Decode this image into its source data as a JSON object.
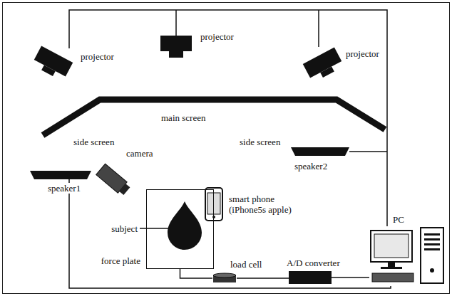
{
  "diagram": {
    "nodes": [
      {
        "text": [
          "force plate"
        ]
      },
      {
        "text": [
          "subject"
        ],
        "in": 0
      },
      {
        "text": [
          "load cell"
        ]
      },
      {
        "text": [
          "A/D converter"
        ]
      },
      {
        "text": [
          "PC"
        ]
      }
    ],
    "edges": [
      {
        "from": 0,
        "to": 2,
        "arrow": "none"
      },
      {
        "from": 2,
        "to": 3,
        "arrow": "none"
      },
      {
        "from": 3,
        "to": 4,
        "arrow": "none"
      }
    ],
    "labels": [
      "projector",
      "projector",
      "projector",
      "side screen",
      "main screen",
      "side screen",
      "camera",
      "speaker1",
      "speaker2",
      "smart phone (iPhone5s apple)"
    ]
  }
}
